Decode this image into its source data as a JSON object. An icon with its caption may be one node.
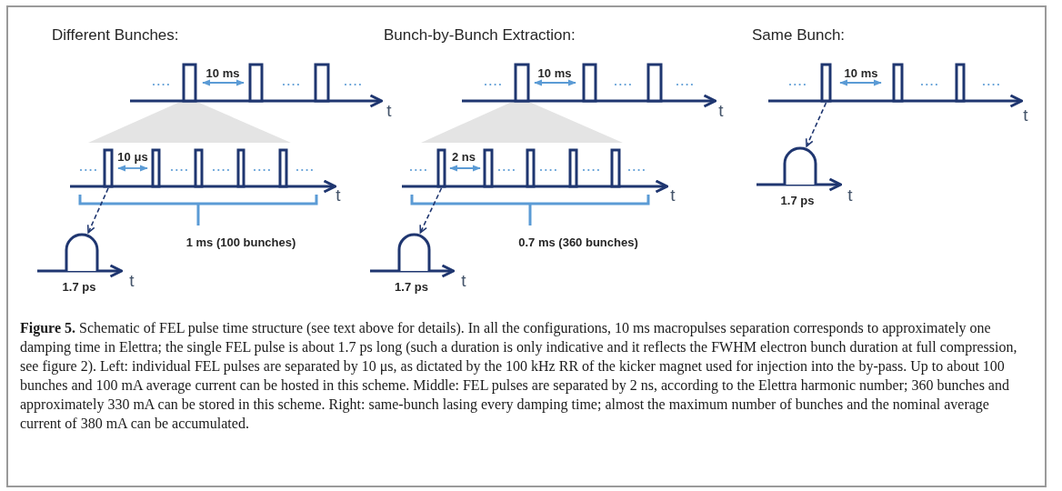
{
  "diagram": {
    "caption": "**Figure 5.** Schematic of FEL pulse time structure (see text above for details). In all the configurations, 10 ms macropulses separation corresponds to approximately one damping time in Elettra; the single FEL pulse is about 1.7 ps long (such a duration is only indicative and it reflects the FWHM electron bunch duration at full compression, see figure 2). Left: individual FEL pulses are separated by 10 μs, as dictated by the 100 kHz RR of the kicker magnet used for injection into the by-pass. Up to about 100 bunches and 100 mA average current can be hosted in this scheme. Middle: FEL pulses are separated by 2 ns, according to the Elettra harmonic number; 360 bunches and approximately 330 mA can be stored in this scheme. Right: same-bunch lasing every damping time; almost the maximum number of bunches and the nominal average current of 380 mA can be accumulated.",
    "nodes": [
      {
        "text": [],
        "shape": "bar"
      },
      {
        "text": [],
        "shape": "arch",
        "beside": [
          "1.7 ps"
        ]
      },
      {
        "text": [],
        "shape": "bar"
      },
      {
        "text": [],
        "shape": "arch",
        "beside": [
          "1.7 ps"
        ]
      },
      {
        "text": [],
        "shape": "bar"
      },
      {
        "text": [],
        "shape": "arch",
        "beside": [
          "1.7 ps"
        ]
      },
      {
        "text": [],
        "shape": "trapezoid"
      },
      {
        "text": [],
        "shape": "trapezoid"
      }
    ],
    "edges": [
      {
        "from": 0,
        "to": 1,
        "arrow": "to",
        "style": "dashed"
      },
      {
        "from": 2,
        "to": 3,
        "arrow": "to",
        "style": "dashed"
      },
      {
        "from": 4,
        "to": 5,
        "arrow": "to",
        "style": "dashed"
      }
    ],
    "labels": [
      "Different Bunches:",
      "Bunch-by-Bunch Extraction:",
      "Same Bunch:",
      "10 ms",
      "10 ms",
      "10 ms",
      "t",
      "t",
      "t",
      "10 μs",
      "2 ns",
      "t",
      "t",
      "1 ms (100 bunches)",
      "0.7 ms (360 bunches)",
      "t",
      "t",
      "t"
    ]
  }
}
